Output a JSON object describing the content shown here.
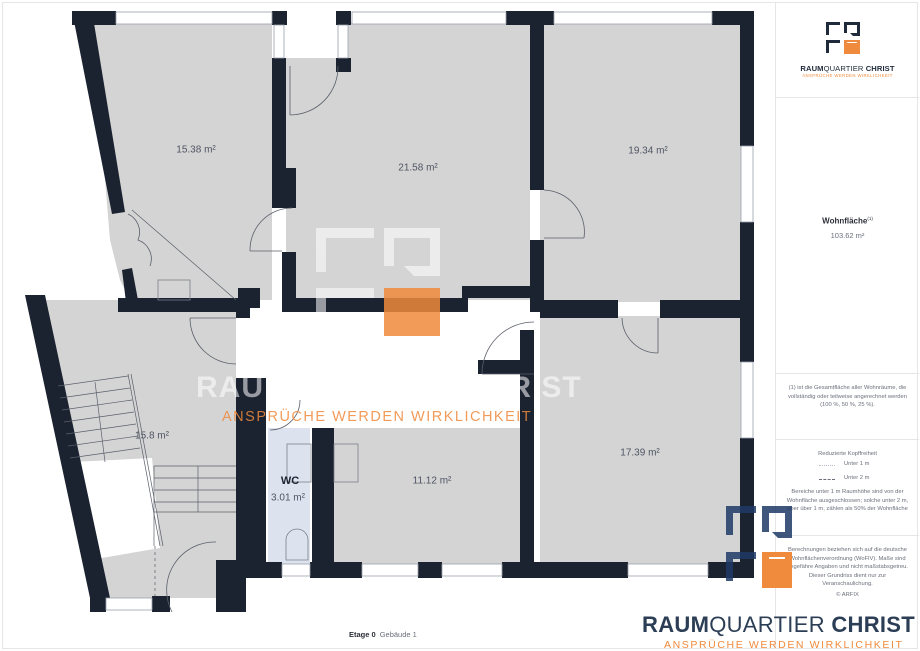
{
  "brand": {
    "name_bold_1": "RAUM",
    "name_thin": "QUARTIER",
    "name_bold_2": "CHRIST",
    "tagline": "ANSPRÜCHE WERDEN WIRKLICHKEIT",
    "colors": {
      "navy": "#1f2a3a",
      "orange": "#f08a3c"
    }
  },
  "sidebar": {
    "area_label": "Wohnfläche",
    "area_footnote": "(1)",
    "area_value": "103.62 m²",
    "footnote_text": "(1) ist die Gesamtfläche aller Wohnräume, die vollständig oder teilweise angerechnet werden (100 %, 50 %, 25 %).",
    "headroom": {
      "title": "Reduzierte Kopffreiheit",
      "legend": [
        {
          "style": "dotted",
          "label": "Unter 1 m"
        },
        {
          "style": "dashed",
          "label": "Unter 2 m"
        }
      ],
      "description": "Bereiche unter 1 m Raumhöhe sind von der Wohnfläche ausgeschlossen; solche unter 2 m, aber über 1 m, zählen als 50% der Wohnfläche"
    },
    "disclaimer": "Berechnungen beziehen sich auf die deutsche Wohnflächenverordnung (WoFlV). Maße sind ungefähre Angaben und nicht maßstabsgetreu. Dieser Grundriss dient nur zur Veranschaulichung.",
    "credit": "© ARFIX"
  },
  "floorplan": {
    "rooms": [
      {
        "id": "room-top-left",
        "area": "15.38 m²"
      },
      {
        "id": "room-top-center",
        "area": "21.58 m²"
      },
      {
        "id": "room-top-right",
        "area": "19.34 m²"
      },
      {
        "id": "room-stairwell",
        "area": "15.8 m²"
      },
      {
        "id": "room-wc",
        "name": "WC",
        "area": "3.01 m²"
      },
      {
        "id": "room-bottom-center",
        "area": "11.12 m²"
      },
      {
        "id": "room-bottom-right",
        "area": "17.39 m²"
      }
    ],
    "colors": {
      "wall": "#1b2230",
      "floor": "#d4d4d4",
      "wc_floor": "#dde3ee",
      "hall": "#ffffff"
    }
  },
  "footer": {
    "floor": "Etage 0",
    "building": "Gebäude 1"
  }
}
